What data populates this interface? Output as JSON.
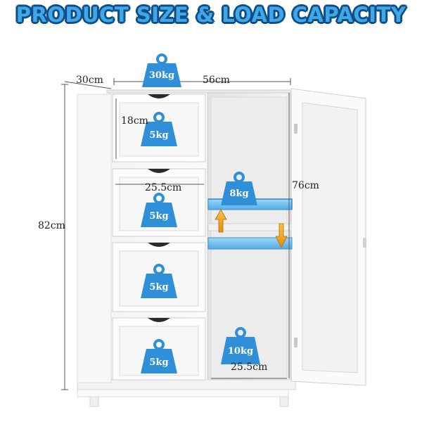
{
  "header": {
    "title": "PRODUCT SIZE & LOAD CAPACITY"
  },
  "dimensions": {
    "depth": "30cm",
    "width": "56cm",
    "height": "82cm",
    "drawer_height": "18cm",
    "drawer_width": "25.5cm",
    "cabinet_height": "76cm",
    "cabinet_width": "25.5cm"
  },
  "loads": {
    "top": "30kg",
    "drawer_1": "5kg",
    "drawer_2": "5kg",
    "drawer_3": "5kg",
    "drawer_4": "5kg",
    "shelf": "8kg",
    "cabinet_bottom": "10kg"
  },
  "colors": {
    "title_fill": "#41a8e6",
    "title_outline": "#0e4e8a",
    "weight_icon": "#2f8fd8",
    "shelf_highlight": "#5ab8f0",
    "arrow": "#f2a51a"
  },
  "icons": [
    "weight-icon",
    "arrow-up-icon",
    "arrow-down-icon"
  ]
}
